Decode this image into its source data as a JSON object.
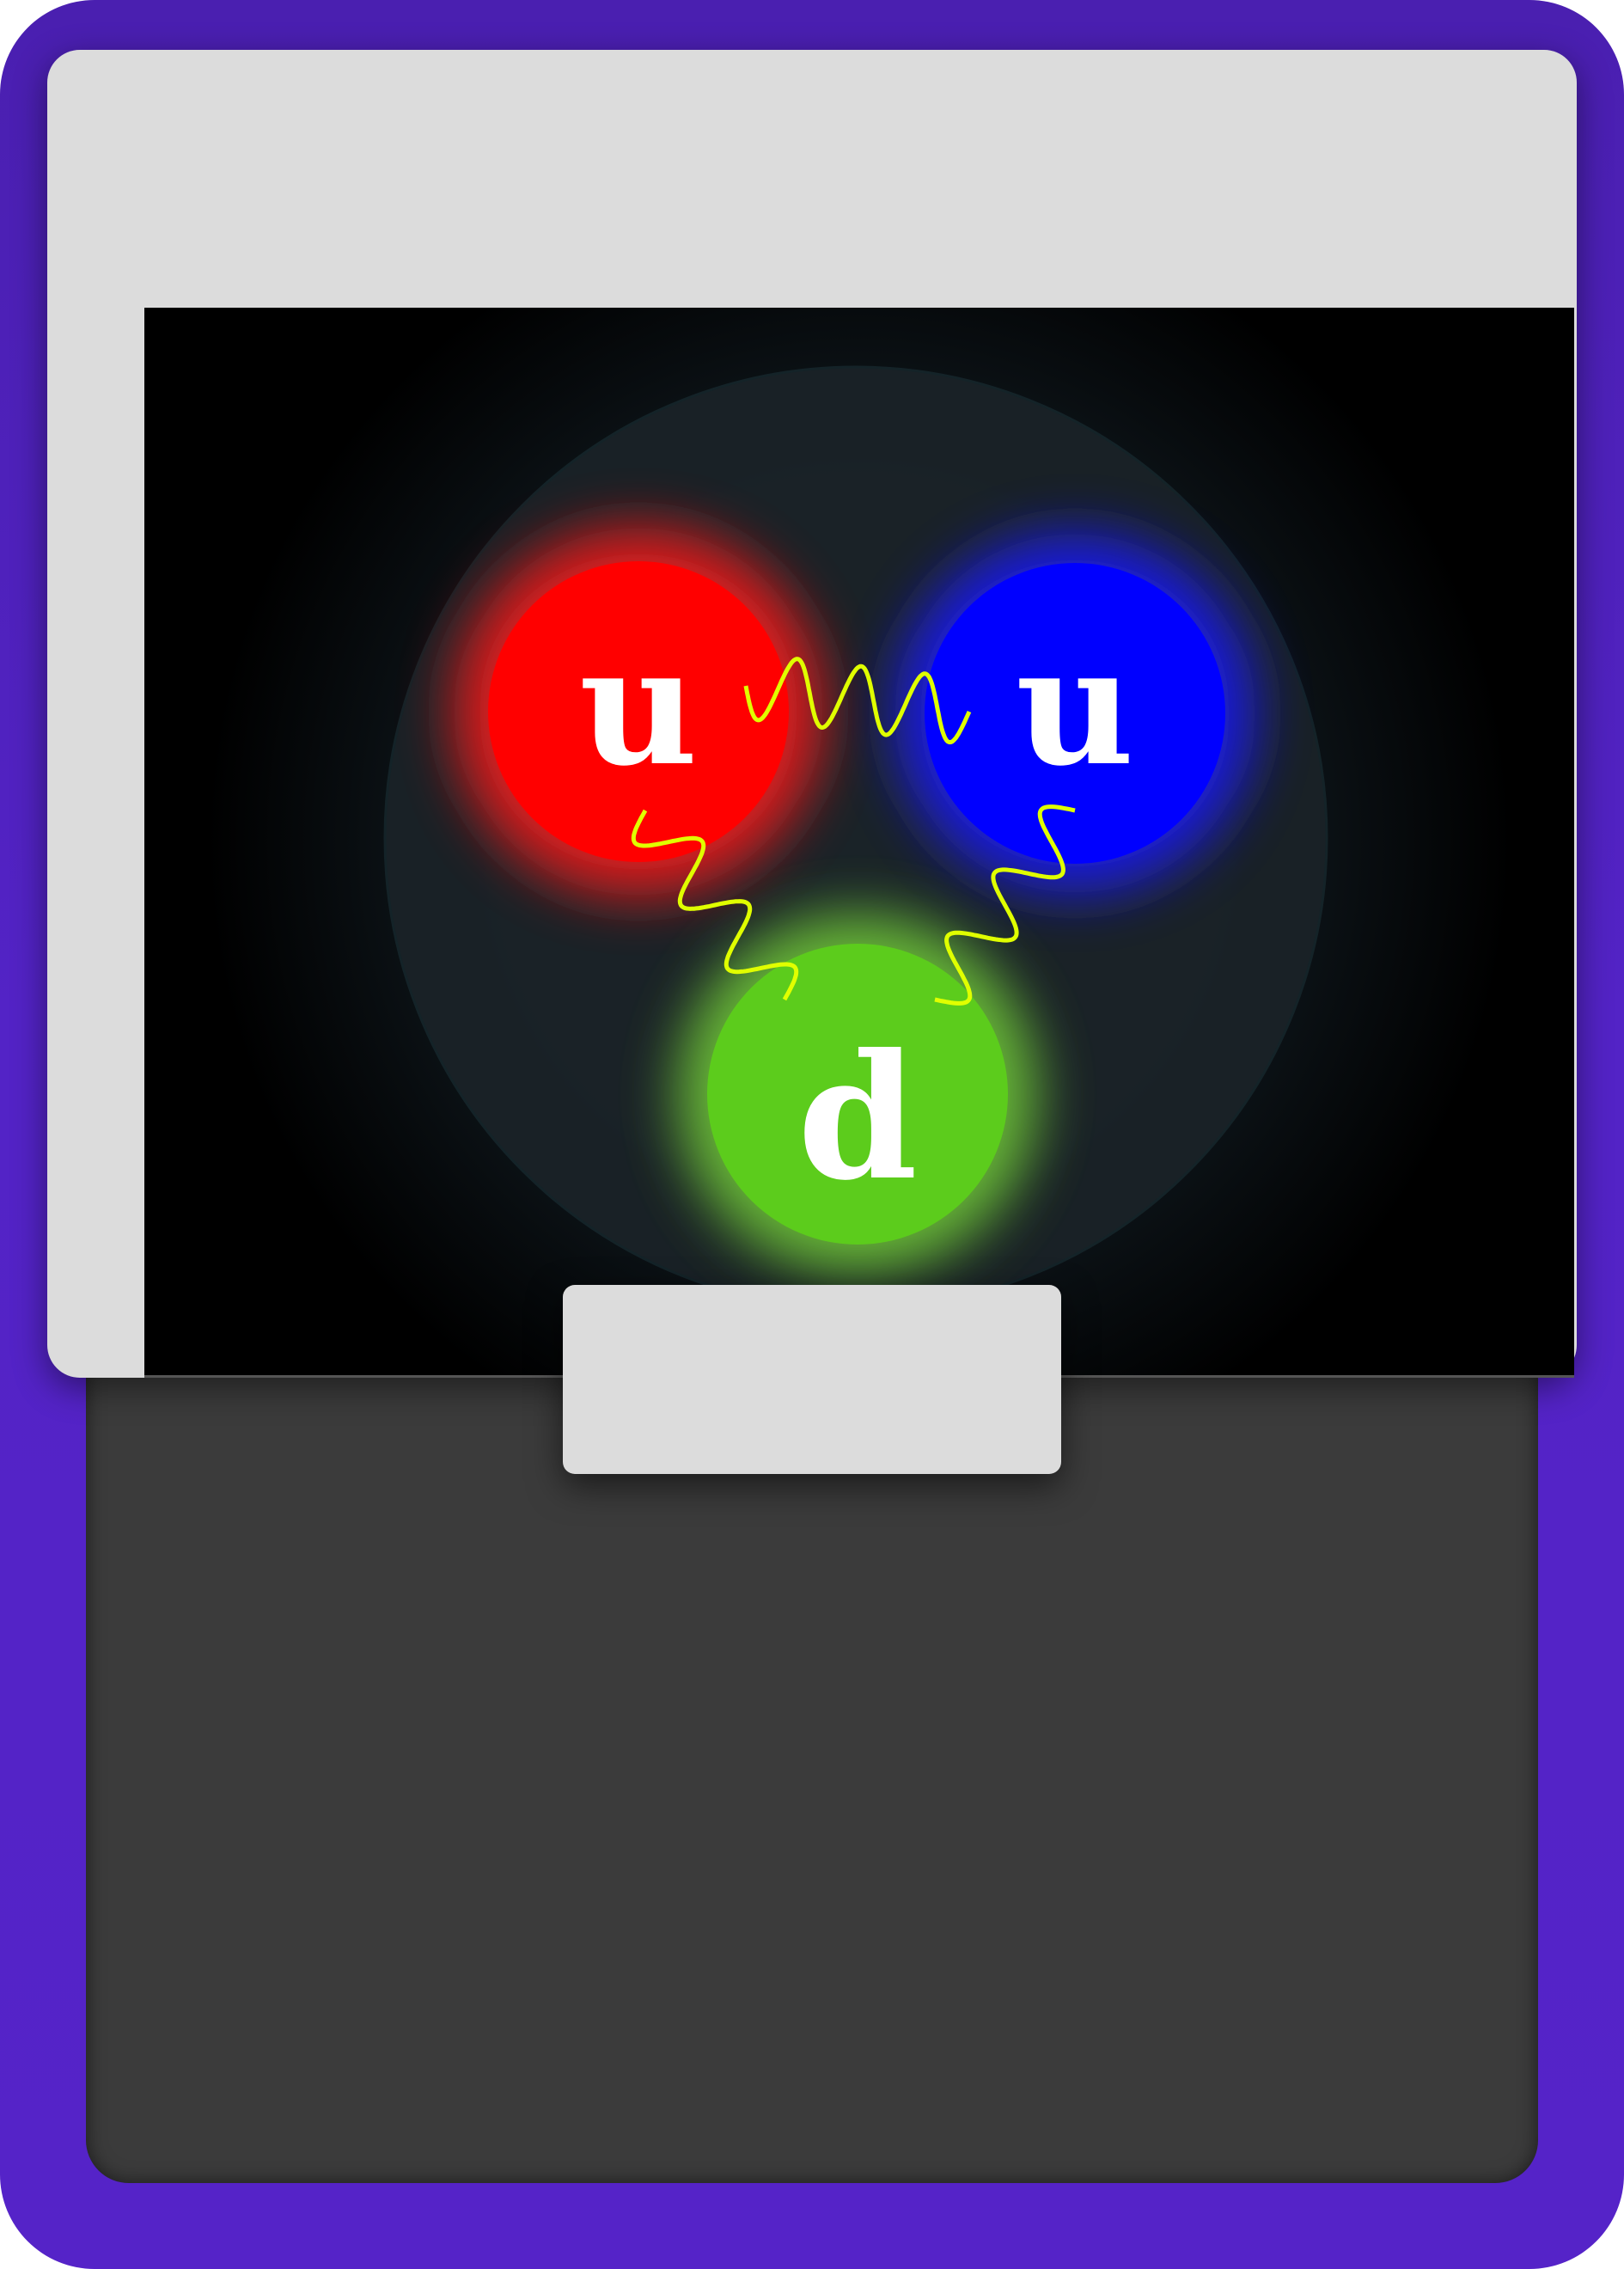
{
  "card": {
    "title": "",
    "type_label": "",
    "colors": {
      "border": "#5323c6",
      "panel": "#dcdcdc",
      "body": "#3b3b3b",
      "art_background": "#000000"
    }
  },
  "diagram": {
    "quarks": [
      {
        "label": "u",
        "color": "#ff0000"
      },
      {
        "label": "u",
        "color": "#0000ff"
      },
      {
        "label": "d",
        "color": "#5ccc1c"
      }
    ],
    "gluon_color": "#e0ff00"
  }
}
